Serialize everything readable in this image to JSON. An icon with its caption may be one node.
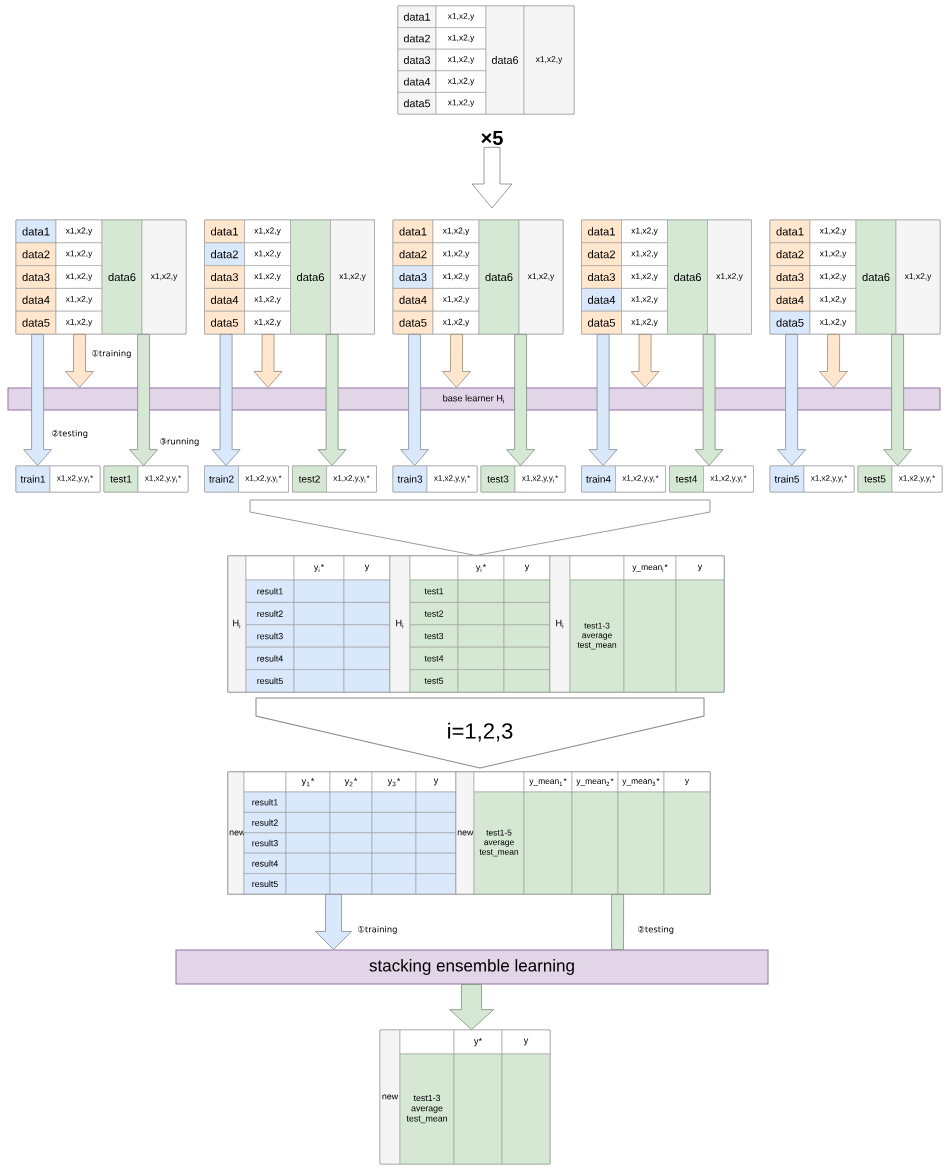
{
  "diagram": {
    "nodes": [
      {
        "text": [
          "data1",
          "x1,x2,y",
          "data2",
          "x1,x2,y",
          "data3",
          "x1,x2,y",
          "data4",
          "x1,x2,y",
          "data5",
          "x1,x2,y",
          "data6",
          "x1,x2,y"
        ]
      },
      {
        "text": [
          "×5"
        ]
      },
      {
        "text": [
          "data1",
          "x1,x2,y",
          "data2",
          "x1,x2,y",
          "data3",
          "x1,x2,y",
          "data4",
          "x1,x2,y",
          "data5",
          "x1,x2,y",
          "data6",
          "x1,x2,y"
        ]
      },
      {
        "text": [
          "data1",
          "x1,x2,y",
          "data2",
          "x1,x2,y",
          "data3",
          "x1,x2,y",
          "data4",
          "x1,x2,y",
          "data5",
          "x1,x2,y",
          "data6",
          "x1,x2,y"
        ]
      },
      {
        "text": [
          "data1",
          "x1,x2,y",
          "data2",
          "x1,x2,y",
          "data3",
          "x1,x2,y",
          "data4",
          "x1,x2,y",
          "data5",
          "x1,x2,y",
          "data6",
          "x1,x2,y"
        ]
      },
      {
        "text": [
          "data1",
          "x1,x2,y",
          "data2",
          "x1,x2,y",
          "data3",
          "x1,x2,y",
          "data4",
          "x1,x2,y",
          "data5",
          "x1,x2,y",
          "data6",
          "x1,x2,y"
        ]
      },
      {
        "text": [
          "data1",
          "x1,x2,y",
          "data2",
          "x1,x2,y",
          "data3",
          "x1,x2,y",
          "data4",
          "x1,x2,y",
          "data5",
          "x1,x2,y",
          "data6",
          "x1,x2,y"
        ]
      },
      {
        "text": [
          "base learner H$_{i}$"
        ]
      },
      {
        "text": [
          "train1",
          "x1,x2,y,y$_{i}$*"
        ]
      },
      {
        "text": [
          "test1",
          "x1,x2,y,y$_{i}$*"
        ]
      },
      {
        "text": [
          "train2",
          "x1,x2,y,y$_{i}$*"
        ]
      },
      {
        "text": [
          "test2",
          "x1,x2,y,y$_{i}$*"
        ]
      },
      {
        "text": [
          "train3",
          "x1,x2,y,y$_{i}$*"
        ]
      },
      {
        "text": [
          "test3",
          "x1,x2,y,y$_{i}$*"
        ]
      },
      {
        "text": [
          "train4",
          "x1,x2,y,y$_{i}$*"
        ]
      },
      {
        "text": [
          "test4",
          "x1,x2,y,y$_{i}$*"
        ]
      },
      {
        "text": [
          "train5",
          "x1,x2,y,y$_{i}$*"
        ]
      },
      {
        "text": [
          "test5",
          "x1,x2,y,y$_{i}$*"
        ]
      },
      {
        "text": [],
        "shape": "box"
      },
      {
        "text": [
          "H$_{i}$",
          "y$_{i}$*",
          "y",
          "result1",
          "result2",
          "result3",
          "result4",
          "result5"
        ],
        "in": 18
      },
      {
        "text": [
          "H$_{i}$",
          "y$_{i}$*",
          "y",
          "test1",
          "test2",
          "test3",
          "test4",
          "test5"
        ],
        "in": 18
      },
      {
        "text": [
          "H$_{i}$",
          "y_mean$_{i}$*",
          "y",
          "test1-3 average test_mean"
        ],
        "in": 18
      },
      {
        "text": [
          "i=1,2,3"
        ]
      },
      {
        "text": [],
        "shape": "box"
      },
      {
        "text": [
          "new",
          "y$_{1}$*",
          "y$_{2}$*",
          "y$_{3}$*",
          "y",
          "result1",
          "result2",
          "result3",
          "result4",
          "result5"
        ],
        "in": 23
      },
      {
        "text": [
          "new",
          "y_mean$_{1}$*",
          "y_mean$_{2}$*",
          "y_mean$_{3}$*",
          "y",
          "test1-5 average test_mean"
        ],
        "in": 23
      },
      {
        "text": [
          "stacking ensemble learning"
        ]
      },
      {
        "text": [
          "new",
          "y*",
          "y",
          "test1-3 average test_mean"
        ]
      }
    ],
    "edges": [
      {
        "from": 1,
        "to": null,
        "arrow": "to",
        "color": "#ffffff"
      },
      {
        "from": 2,
        "to": 8,
        "arrow": "to",
        "color": "#dae8fc",
        "label": "②testing"
      },
      {
        "from": 2,
        "to": 7,
        "arrow": "to",
        "color": "#ffe6cc",
        "label": "①training"
      },
      {
        "from": 2,
        "to": 9,
        "arrow": "to",
        "label": "③running"
      },
      {
        "from": 3,
        "to": 10,
        "arrow": "to",
        "color": "#dae8fc"
      },
      {
        "from": 3,
        "to": 7,
        "arrow": "to",
        "color": "#ffe6cc"
      },
      {
        "from": 3,
        "to": 11,
        "arrow": "to"
      },
      {
        "from": 4,
        "to": 12,
        "arrow": "to",
        "color": "#dae8fc"
      },
      {
        "from": 4,
        "to": 7,
        "arrow": "to",
        "color": "#ffe6cc"
      },
      {
        "from": 4,
        "to": 13,
        "arrow": "to"
      },
      {
        "from": 5,
        "to": 14,
        "arrow": "to",
        "color": "#dae8fc"
      },
      {
        "from": 5,
        "to": 7,
        "arrow": "to",
        "color": "#ffe6cc"
      },
      {
        "from": 5,
        "to": 15,
        "arrow": "to"
      },
      {
        "from": 6,
        "to": 16,
        "arrow": "to",
        "color": "#dae8fc"
      },
      {
        "from": 6,
        "to": 7,
        "arrow": "to",
        "color": "#ffe6cc"
      },
      {
        "from": 6,
        "to": 17,
        "arrow": "to"
      },
      {
        "from": null,
        "to": 18,
        "arrow": "to",
        "color": "#ffffff"
      },
      {
        "from": 24,
        "to": 26,
        "arrow": "to",
        "color": "#dae8fc",
        "label": "①training"
      },
      {
        "from": 25,
        "to": 26,
        "arrow": "none",
        "label": "②testing"
      },
      {
        "from": 26,
        "to": 27,
        "arrow": "to"
      }
    ]
  }
}
